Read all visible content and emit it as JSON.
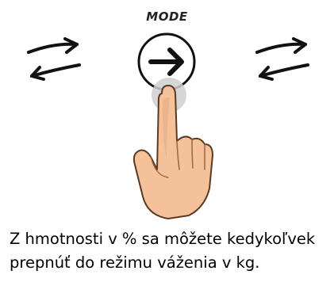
{
  "mode_button": {
    "label": "MODE",
    "icon": "arrow-right-icon"
  },
  "side_icons": {
    "left": "swap-arrows-icon",
    "right": "swap-arrows-icon"
  },
  "hand_icon": "pointing-finger-icon",
  "colors": {
    "ink": "#111111",
    "skin": "#f5c19a",
    "skin_shadow": "#e4a77b",
    "press_highlight": "#cfcfcf"
  },
  "caption": {
    "line1": "Z hmotnosti v % sa môžete kedykoľvek",
    "line2": "prepnúť do režimu váženia v kg."
  }
}
